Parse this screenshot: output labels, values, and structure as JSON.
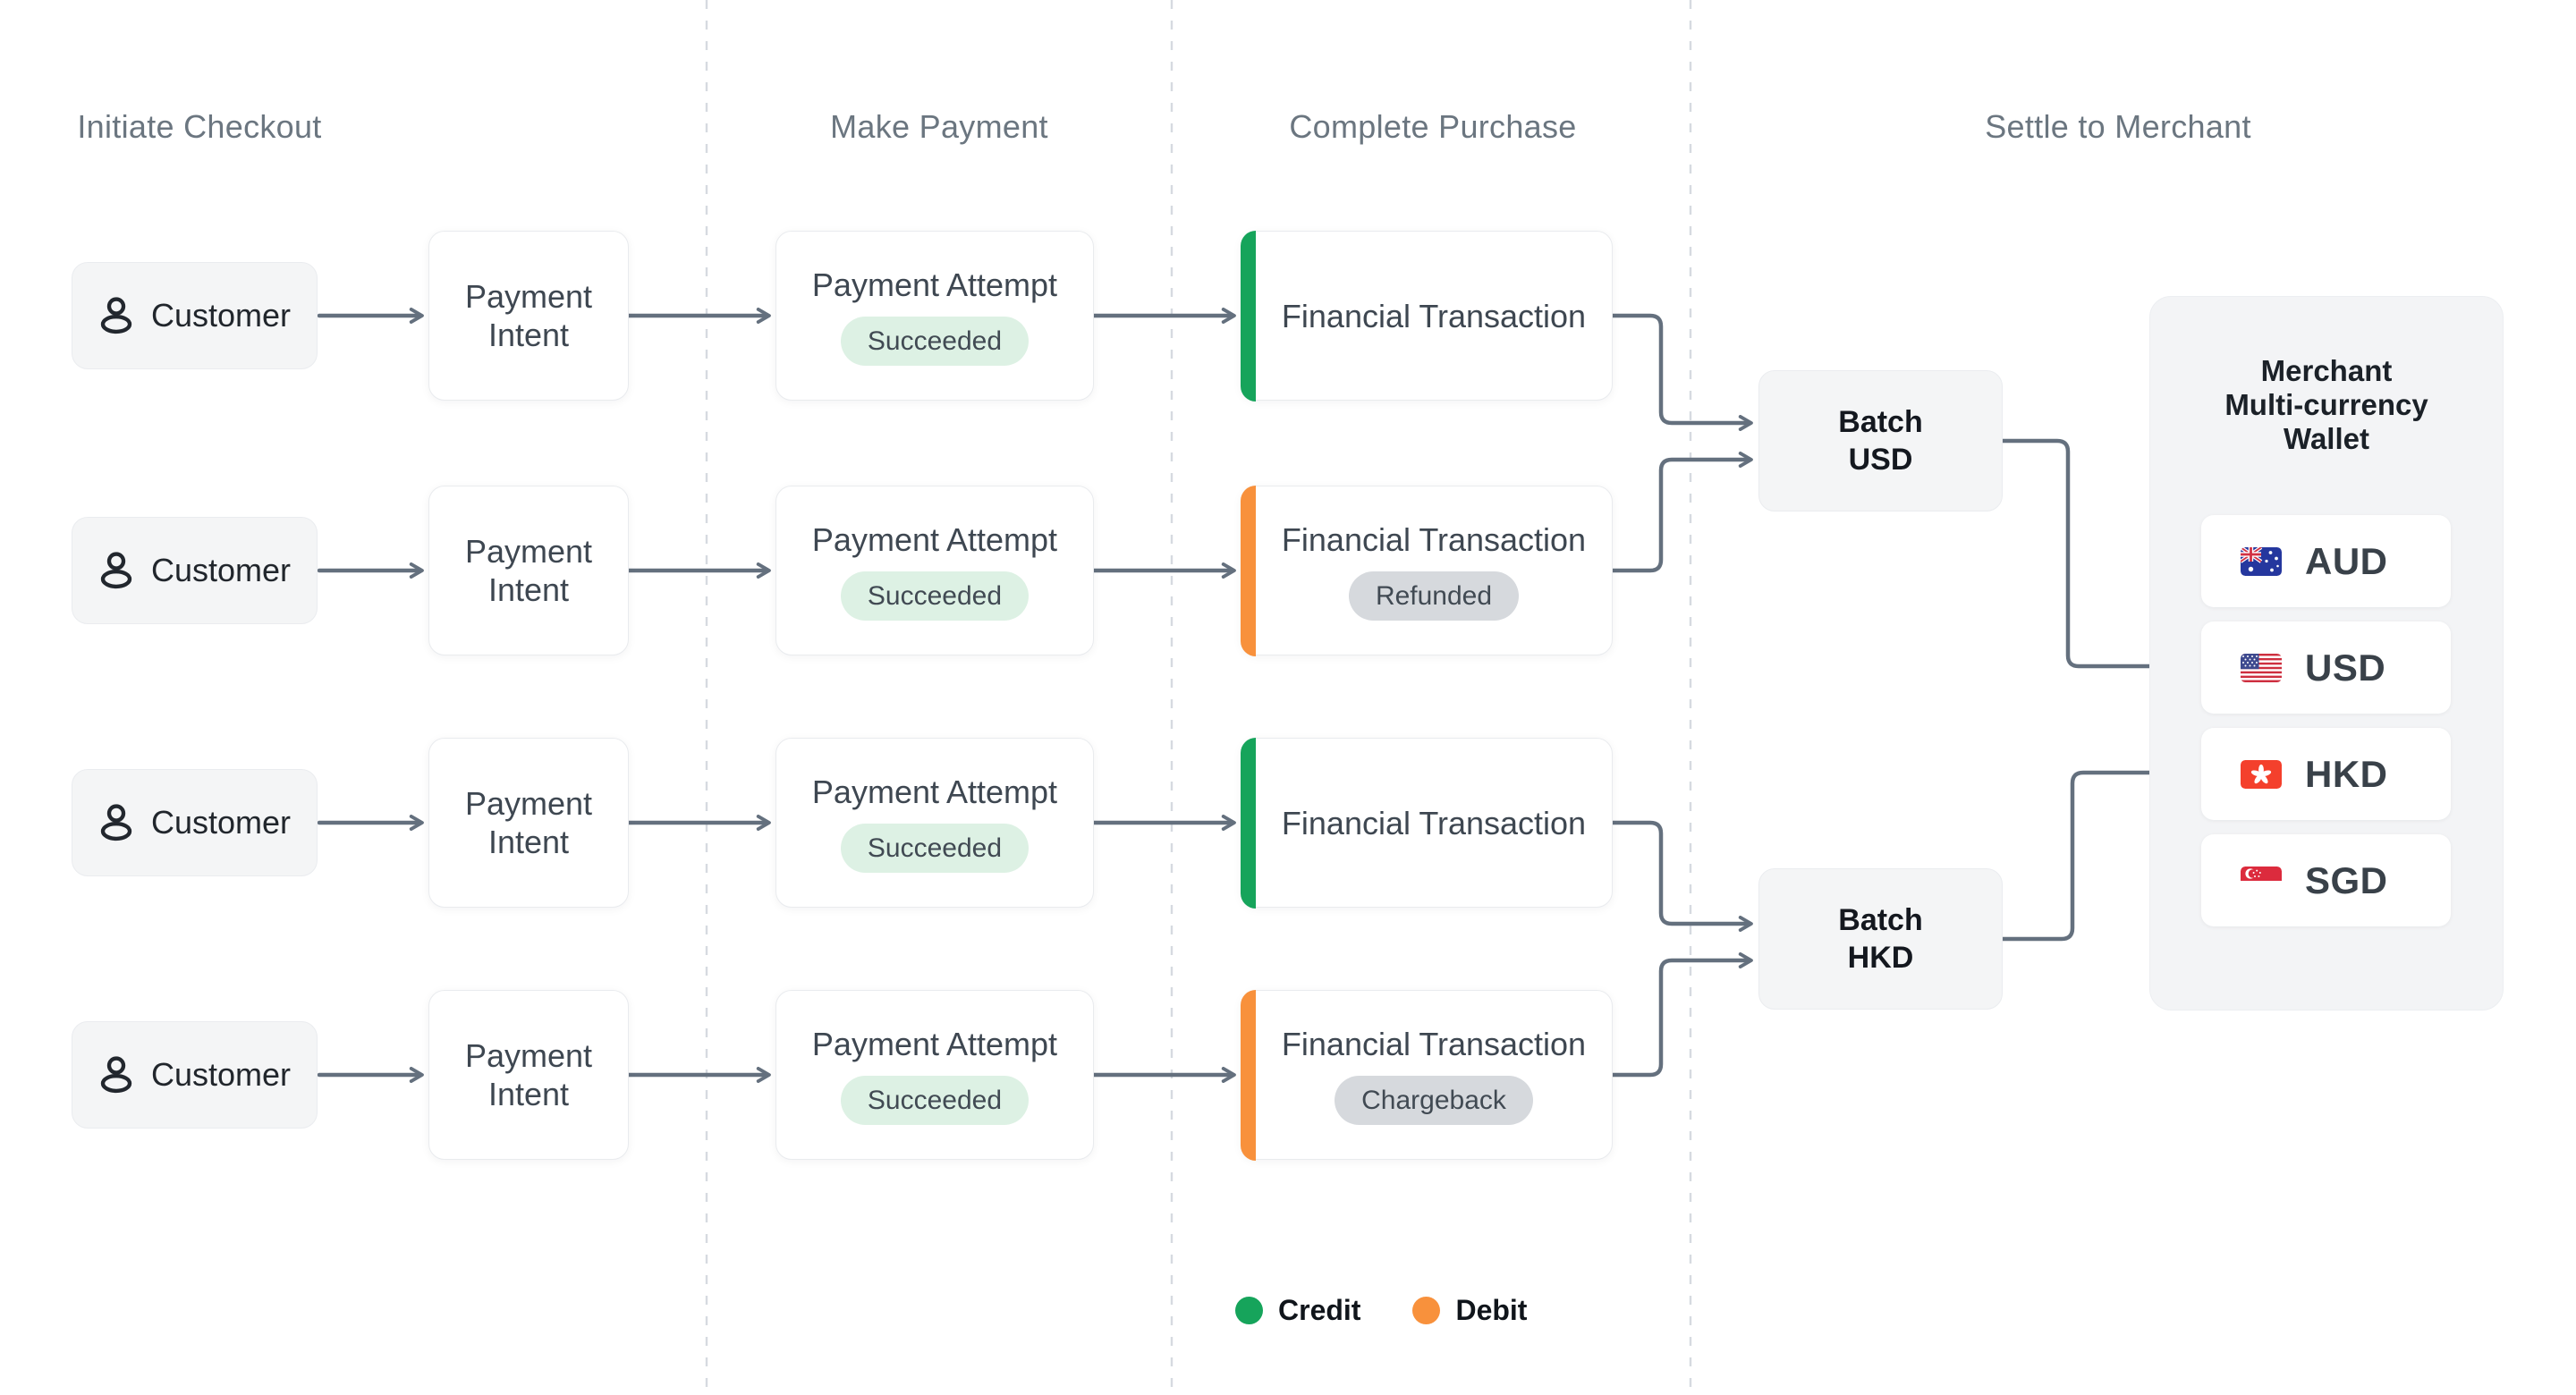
{
  "columns": [
    {
      "label": "Initiate Checkout"
    },
    {
      "label": "Make Payment"
    },
    {
      "label": "Complete Purchase"
    },
    {
      "label": "Settle to Merchant"
    }
  ],
  "rows": [
    {
      "customer_label": "Customer",
      "payment_intent_label": "Payment Intent",
      "payment_attempt_label": "Payment Attempt",
      "payment_attempt_status": "Succeeded",
      "financial_transaction_label": "Financial Transaction",
      "financial_transaction_status": "",
      "entry_type": "credit"
    },
    {
      "customer_label": "Customer",
      "payment_intent_label": "Payment Intent",
      "payment_attempt_label": "Payment Attempt",
      "payment_attempt_status": "Succeeded",
      "financial_transaction_label": "Financial Transaction",
      "financial_transaction_status": "Refunded",
      "entry_type": "debit"
    },
    {
      "customer_label": "Customer",
      "payment_intent_label": "Payment Intent",
      "payment_attempt_label": "Payment Attempt",
      "payment_attempt_status": "Succeeded",
      "financial_transaction_label": "Financial Transaction",
      "financial_transaction_status": "",
      "entry_type": "credit"
    },
    {
      "customer_label": "Customer",
      "payment_intent_label": "Payment Intent",
      "payment_attempt_label": "Payment Attempt",
      "payment_attempt_status": "Succeeded",
      "financial_transaction_label": "Financial Transaction",
      "financial_transaction_status": "Chargeback",
      "entry_type": "debit"
    }
  ],
  "batches": [
    {
      "line1": "Batch",
      "line2": "USD"
    },
    {
      "line1": "Batch",
      "line2": "HKD"
    }
  ],
  "wallet": {
    "title_lines": [
      "Merchant",
      "Multi-currency",
      "Wallet"
    ],
    "currencies": [
      {
        "code": "AUD"
      },
      {
        "code": "USD"
      },
      {
        "code": "HKD"
      },
      {
        "code": "SGD"
      }
    ]
  },
  "legend": [
    {
      "label": "Credit",
      "color": "#16A45B"
    },
    {
      "label": "Debit",
      "color": "#F8913C"
    }
  ],
  "colors": {
    "credit": "#16A45B",
    "debit": "#F8913C",
    "connector": "#64707E",
    "succeeded_badge_bg": "#DDF1E4",
    "neutral_badge_bg": "#D6D9DD",
    "divider": "#D6DAE0"
  }
}
